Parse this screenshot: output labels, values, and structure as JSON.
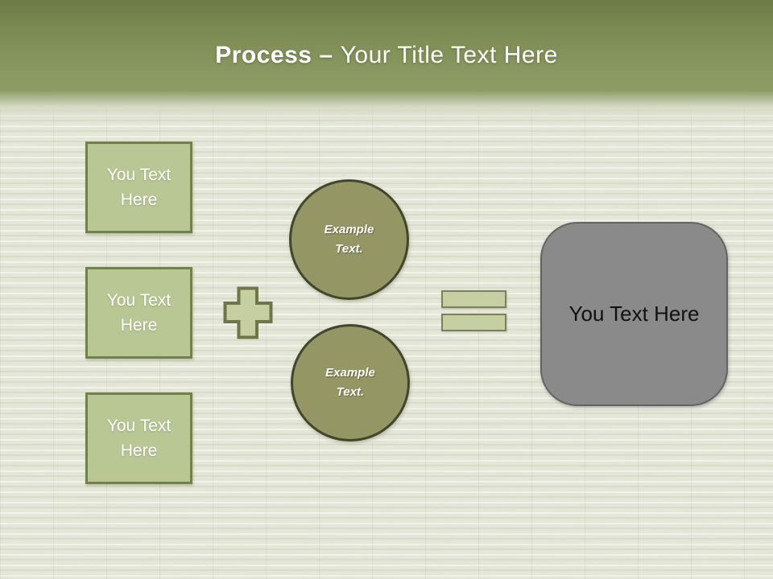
{
  "slide": {
    "title": {
      "emphasis": "Process",
      "dash": "–",
      "text": "Your Title Text Here"
    },
    "input_boxes": [
      {
        "label": "You Text Here"
      },
      {
        "label": "You Text Here"
      },
      {
        "label": "You Text Here"
      }
    ],
    "operators": {
      "plus_icon": "plus",
      "equals_icon": "equals"
    },
    "circles": [
      {
        "label": "Example Text."
      },
      {
        "label": "Example Text."
      }
    ],
    "result_box": {
      "label": "You Text Here"
    },
    "colors": {
      "header_top": "#6e7b46",
      "header_mid": "#8d9c65",
      "background": "#e6e8d9",
      "title_text": "#ffffff",
      "input_box_fill": "#b9c795",
      "input_box_border": "#71814a",
      "operator_fill": "#c6cfa2",
      "plus_border": "#6e7547",
      "equals_border": "#7c8060",
      "circle_fill": "#949764",
      "circle_border": "#42462a",
      "result_fill": "#8a8a8a",
      "result_border": "#636363",
      "result_text": "#111111"
    }
  }
}
